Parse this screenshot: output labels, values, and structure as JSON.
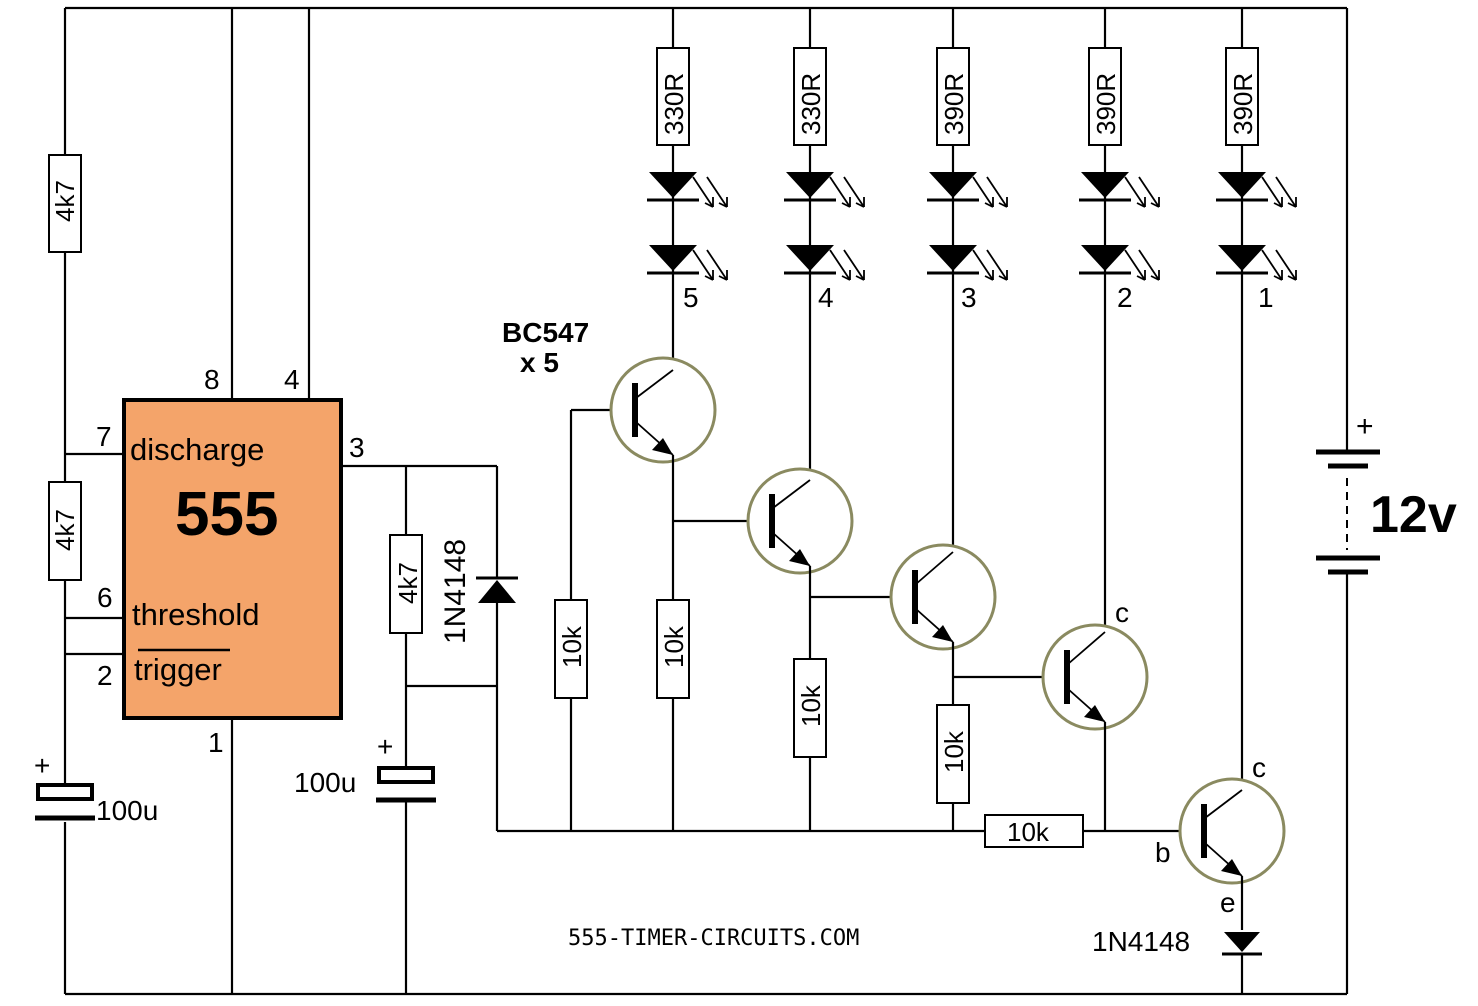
{
  "ic": {
    "name": "555",
    "fill_color": "#f4a46a",
    "pins": {
      "p8": "8",
      "p4": "4",
      "p7": "7",
      "p3": "3",
      "p6": "6",
      "p2": "2",
      "p1": "1"
    },
    "labels": {
      "discharge": "discharge",
      "threshold": "threshold",
      "trigger": "trigger"
    }
  },
  "resistors": {
    "r_top_left": "4k7",
    "r_mid_left": "4k7",
    "r_out": "4k7",
    "r_led5": "330R",
    "r_led4": "330R",
    "r_led3": "390R",
    "r_led2": "390R",
    "r_led1": "390R",
    "r_base_a": "10k",
    "r_base_b": "10k",
    "r_base_c": "10k",
    "r_base_d": "10k",
    "r_series": "10k"
  },
  "capacitors": {
    "c_timing": "100u",
    "c_out": "100u",
    "plus_sign": "+"
  },
  "diodes": {
    "d_main": "1N4148",
    "d_emitter": "1N4148"
  },
  "transistors": {
    "type": "BC547",
    "count": "x 5",
    "collector": "c",
    "base": "b",
    "emitter": "e"
  },
  "led_numbers": [
    "5",
    "4",
    "3",
    "2",
    "1"
  ],
  "battery": {
    "voltage": "12v",
    "plus": "+"
  },
  "watermark": "555-TIMER-CIRCUITS.COM"
}
